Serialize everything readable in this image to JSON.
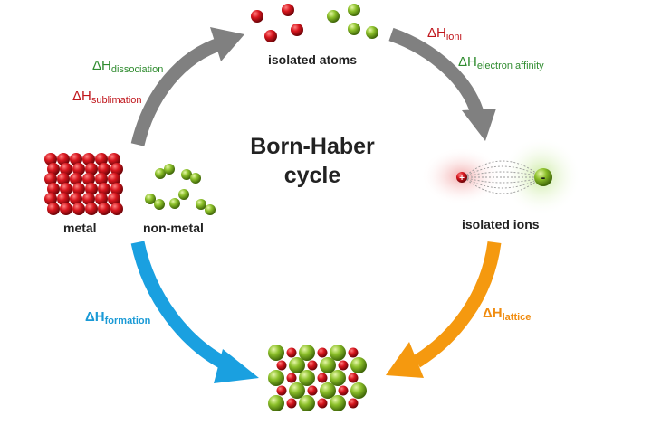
{
  "title_line1": "Born-Haber",
  "title_line2": "cycle",
  "nodes": {
    "isolated_atoms": "isolated atoms",
    "isolated_ions": "isolated ions",
    "metal": "metal",
    "non_metal": "non-metal"
  },
  "enthalpies": {
    "dissociation": {
      "symbol": "ΔH",
      "sub": "dissociation",
      "color": "#2e8b2e"
    },
    "sublimation": {
      "symbol": "ΔH",
      "sub": "sublimation",
      "color": "#c0151b"
    },
    "ionization": {
      "symbol": "ΔH",
      "sub": "ioni",
      "color": "#c0151b"
    },
    "electron_affinity": {
      "symbol": "ΔH",
      "sub": "electron affinity",
      "color": "#2e8b2e"
    },
    "formation": {
      "symbol": "ΔH",
      "sub": "formation",
      "color": "#1a9ad6"
    },
    "lattice": {
      "symbol": "ΔH",
      "sub": "lattice",
      "color": "#f08c10"
    }
  },
  "ion_signs": {
    "cation": "+",
    "anion": "-"
  },
  "colors": {
    "arrow_gray": "#808080",
    "arrow_blue": "#1aa0e0",
    "arrow_orange": "#f5990f",
    "atom_red": "#d4141c",
    "atom_green": "#8cc02a"
  }
}
